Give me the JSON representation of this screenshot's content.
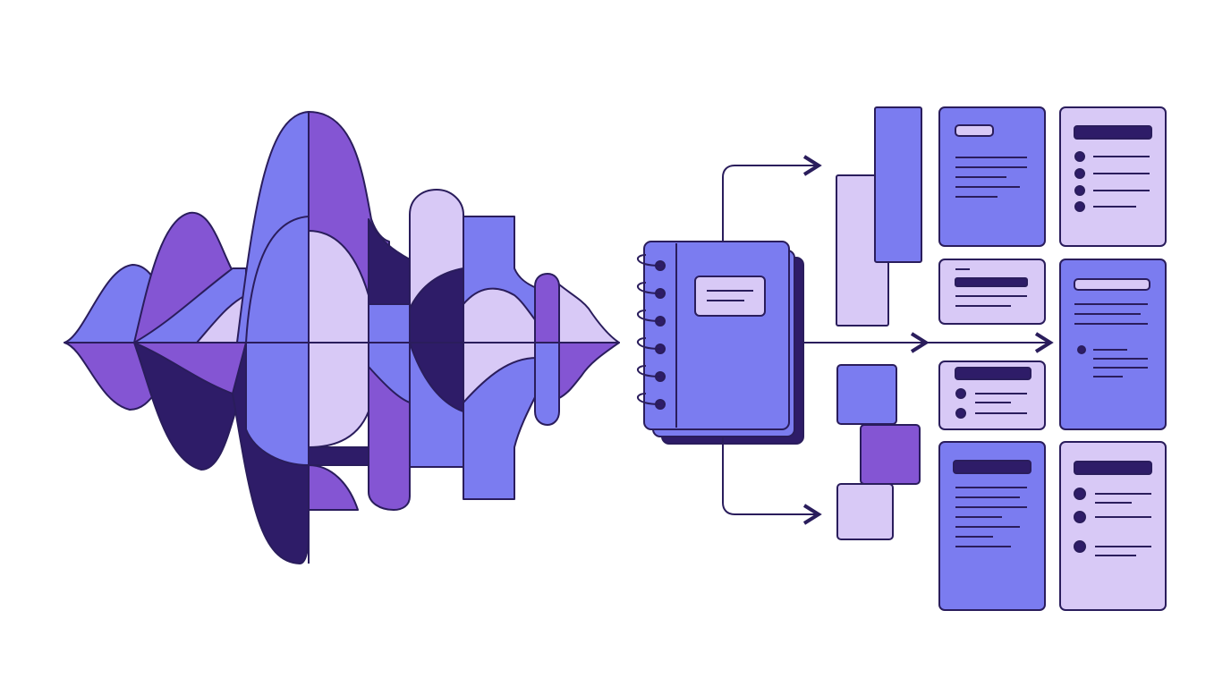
{
  "palette": {
    "background": "#ffffff",
    "ink": "#2a1d5c",
    "indigo": "#7b7cf0",
    "violet": "#8455d3",
    "lavender": "#d8c9f6",
    "deep": "#2e1c68"
  },
  "icons": {
    "waveform": "sound-wave-icon",
    "notebook": "spiral-notebook-icon",
    "blocks": "content-block-icon",
    "cards": "document-card-icon"
  },
  "structure": {
    "branches": [
      "top",
      "middle",
      "bottom"
    ],
    "document_card_count": 8,
    "content_block_count": 5
  }
}
